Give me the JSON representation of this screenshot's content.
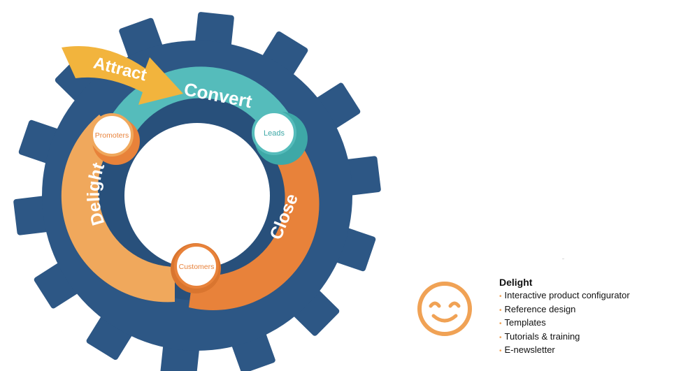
{
  "diagram": {
    "stages": {
      "attract": "Attract",
      "convert": "Convert",
      "close": "Close",
      "delight": "Delight"
    },
    "nodes": {
      "promoters": "Promoters",
      "leads": "Leads",
      "customers": "Customers"
    },
    "colors": {
      "gear": "#2d5785",
      "attract": "#f2b43d",
      "convert": "#55bcbb",
      "close": "#e8823a",
      "delight": "#f0a85c",
      "smiley": "#f0a255"
    }
  },
  "panel": {
    "icon": "smiley-face-icon",
    "title": "Delight",
    "items": [
      "Interactive product configurator",
      "Reference design",
      "Templates",
      "Tutorials & training",
      "E-newsletter"
    ]
  }
}
